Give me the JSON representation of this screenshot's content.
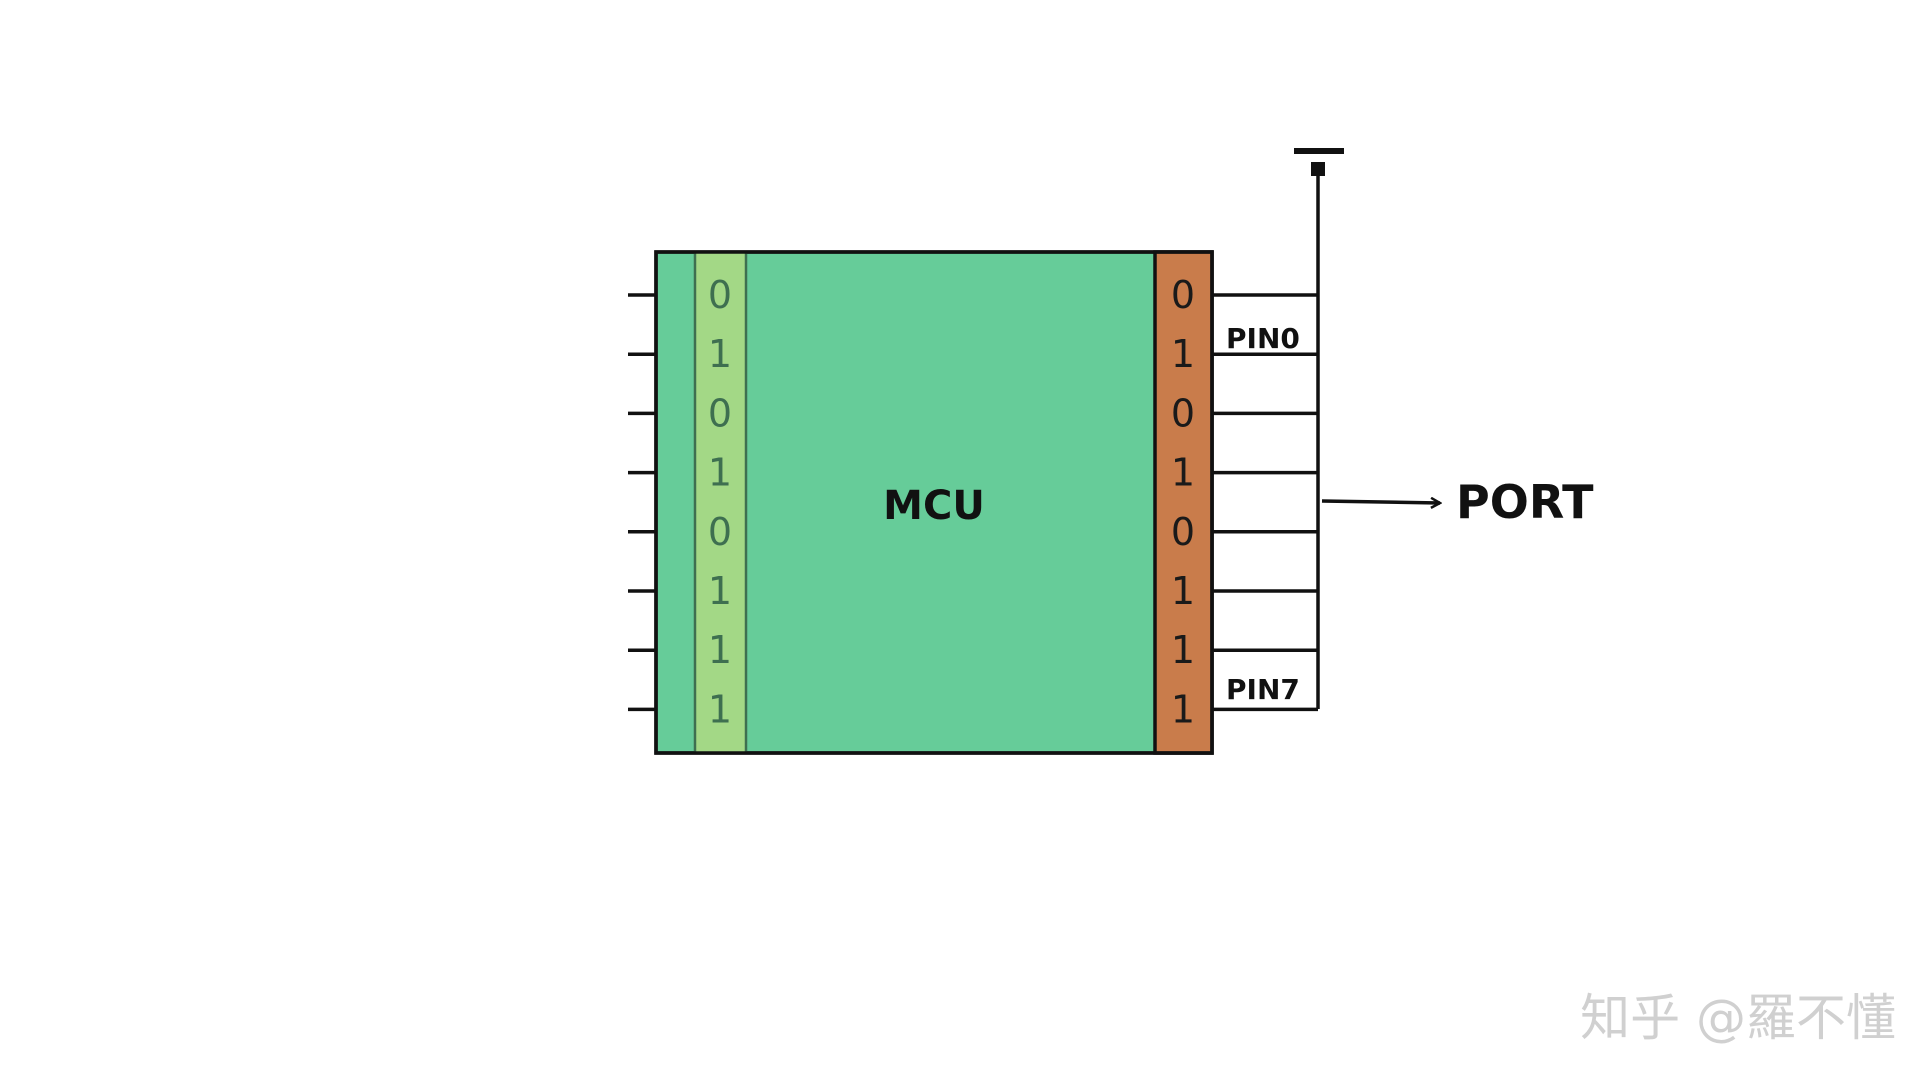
{
  "mcu": {
    "label": "MCU",
    "body_color": "#66cc99",
    "inner_strip_color": "#a3d886",
    "output_strip_color": "#c97c4b"
  },
  "left_register": {
    "bits": [
      "0",
      "1",
      "0",
      "1",
      "0",
      "1",
      "1",
      "1"
    ]
  },
  "right_register": {
    "bits": [
      "0",
      "1",
      "0",
      "1",
      "0",
      "1",
      "1",
      "1"
    ]
  },
  "pins": {
    "first_label": "PIN0",
    "last_label": "PIN7"
  },
  "port": {
    "label": "PORT"
  },
  "watermark": {
    "text": "知乎 @羅不懂"
  }
}
